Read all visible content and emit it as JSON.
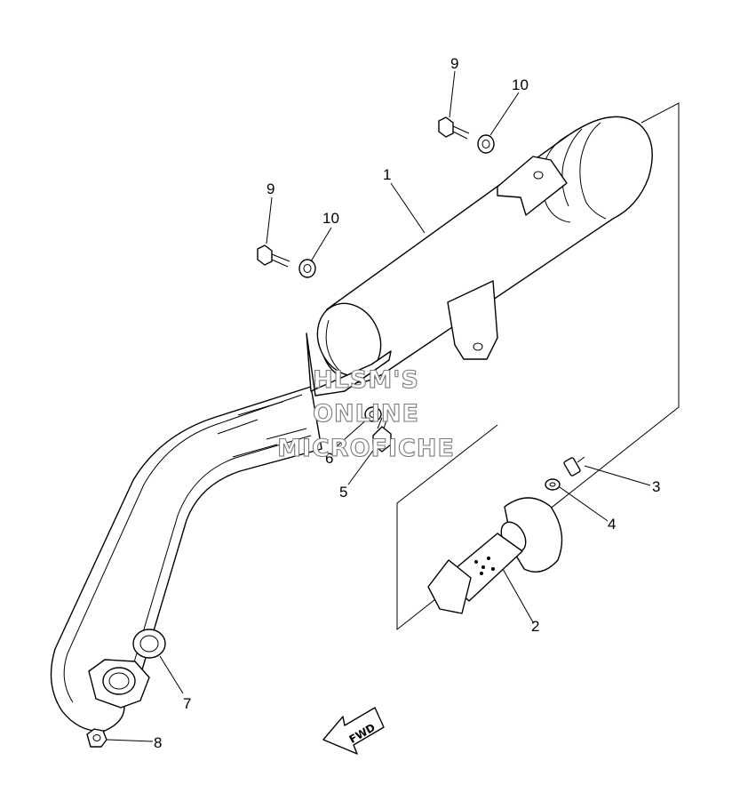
{
  "callouts": [
    {
      "id": "c1",
      "label": "1"
    },
    {
      "id": "c2",
      "label": "2"
    },
    {
      "id": "c3",
      "label": "3"
    },
    {
      "id": "c4",
      "label": "4"
    },
    {
      "id": "c5",
      "label": "5"
    },
    {
      "id": "c6",
      "label": "6"
    },
    {
      "id": "c7",
      "label": "7"
    },
    {
      "id": "c8",
      "label": "8"
    },
    {
      "id": "c9a",
      "label": "9"
    },
    {
      "id": "c10a",
      "label": "10"
    },
    {
      "id": "c9b",
      "label": "9"
    },
    {
      "id": "c10b",
      "label": "10"
    }
  ],
  "watermark": {
    "line1": "HLSM'S",
    "line2": "ONLINE",
    "line3": "MICROFICHE"
  },
  "direction_arrow": {
    "label": "FWD"
  },
  "colors": {
    "line": "#000000",
    "watermark_outline": "#7a7a7a",
    "background": "#ffffff"
  }
}
